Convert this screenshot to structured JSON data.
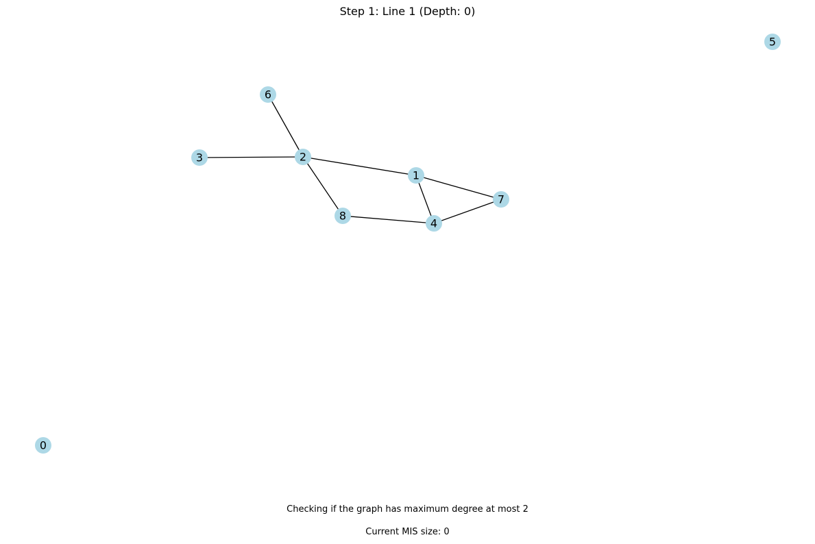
{
  "title": "Step 1: Line 1 (Depth: 0)",
  "status_message": "Checking if the graph has maximum degree at most 2",
  "mis_status": "Current MIS size: 0",
  "node_color": "#add8e6",
  "edge_color": "#000000",
  "graph": {
    "nodes": [
      "0",
      "1",
      "2",
      "3",
      "4",
      "5",
      "6",
      "7",
      "8"
    ],
    "edges": [
      [
        "6",
        "2"
      ],
      [
        "3",
        "2"
      ],
      [
        "2",
        "1"
      ],
      [
        "2",
        "8"
      ],
      [
        "1",
        "7"
      ],
      [
        "1",
        "4"
      ],
      [
        "8",
        "4"
      ],
      [
        "4",
        "7"
      ]
    ]
  }
}
